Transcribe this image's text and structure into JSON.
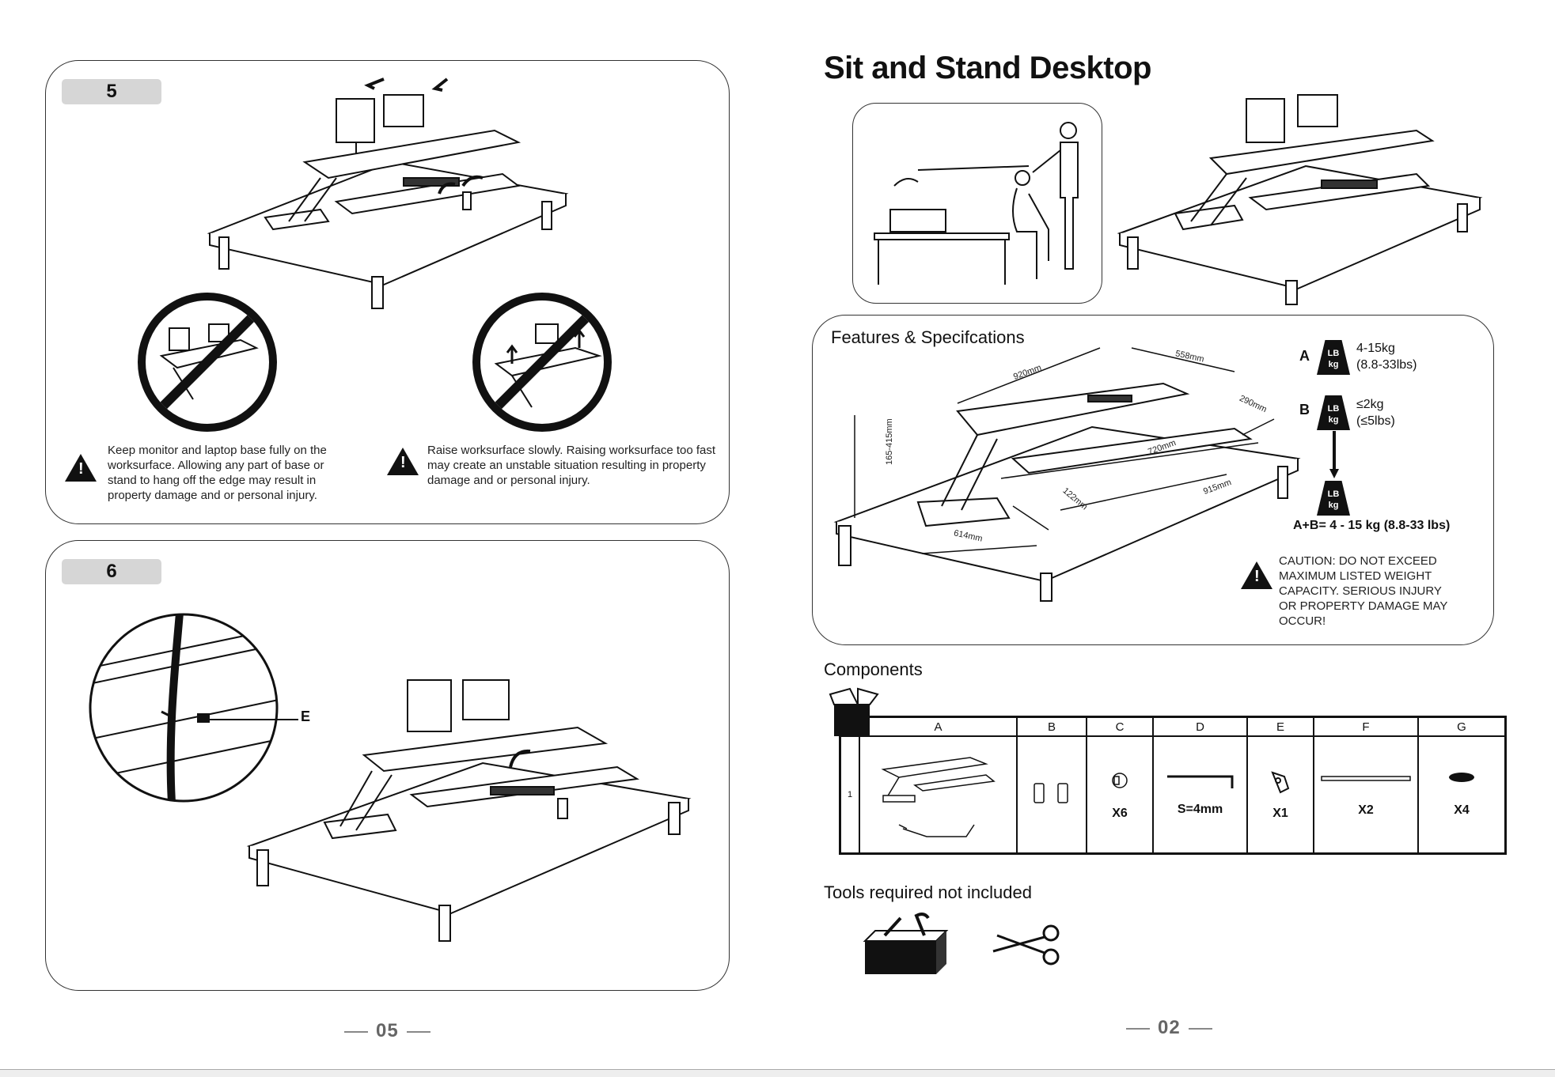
{
  "left_page": {
    "step5": {
      "number": "5",
      "warning1": "Keep monitor and laptop base fully on the worksurface. Allowing any part of base or stand to hang off the edge may result in property damage and or personal injury.",
      "warning2": "Raise worksurface slowly. Raising worksurface too fast may create an unstable situation resulting in property damage and or personal injury."
    },
    "step6": {
      "number": "6",
      "callout": "E"
    },
    "page_number": "05"
  },
  "right_page": {
    "title": "Sit and Stand Desktop",
    "features": {
      "heading": "Features & Specifcations",
      "dims": {
        "d920": "920mm",
        "d558": "558mm",
        "d290": "290mm",
        "d720": "720mm",
        "d122": "122mm",
        "d915": "915mm",
        "d614": "614mm",
        "height": "165-415mm"
      },
      "loads": [
        {
          "letter": "A",
          "kg": "4-15kg",
          "lbs": "(8.8-33lbs)"
        },
        {
          "letter": "B",
          "kg": "≤2kg",
          "lbs": "(≤5lbs)"
        }
      ],
      "weight_icon": "LB\nkg",
      "total": "A+B= 4 - 15 kg (8.8-33 lbs)",
      "caution": "CAUTION:  DO NOT EXCEED MAXIMUM LISTED WEIGHT CAPACITY. SERIOUS INJURY OR PROPERTY DAMAGE MAY OCCUR!"
    },
    "components": {
      "heading": "Components",
      "columns": [
        "A",
        "B",
        "C",
        "D",
        "E",
        "F",
        "G"
      ],
      "row_label": "1",
      "quantities": [
        "",
        "",
        "X6",
        "S=4mm",
        "X1",
        "X2",
        "X4"
      ]
    },
    "tools": {
      "heading": "Tools required not included",
      "icons": [
        "toolbox-icon",
        "scissors-icon"
      ]
    },
    "page_number": "02"
  }
}
